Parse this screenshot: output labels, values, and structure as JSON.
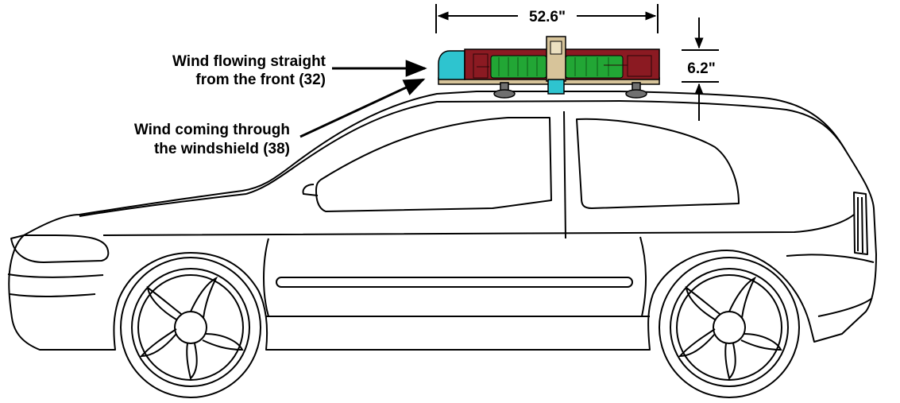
{
  "annotations": {
    "width_dimension": "52.6\"",
    "height_dimension": "6.2\"",
    "front_wind": {
      "line1": "Wind flowing straight",
      "line2": "from the front (32)"
    },
    "windshield_wind": {
      "line1": "Wind coming through",
      "line2": "the windshield (38)"
    }
  },
  "colors": {
    "outline": "#000000",
    "device_cyan": "#2ec4cf",
    "device_red": "#8b1a22",
    "device_green": "#22a635",
    "device_tan": "#d7c49a",
    "mount_gray": "#707070"
  },
  "icons": [
    "car-outline",
    "roof-turbine-device",
    "wheel",
    "dimension-arrow"
  ]
}
